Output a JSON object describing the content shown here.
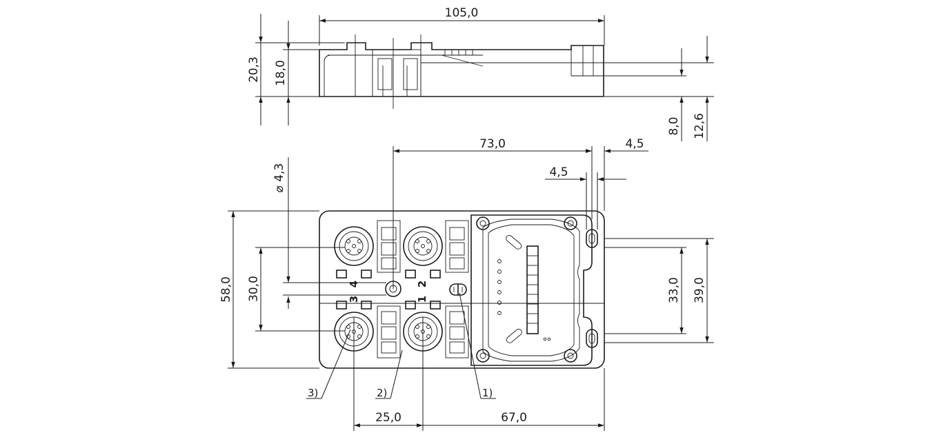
{
  "dimensions": {
    "overall_length": "105,0",
    "height_total": "20,3",
    "height_body": "18,0",
    "height_8": "8,0",
    "height_12_6": "12,6",
    "length_73": "73,0",
    "offset_4_5_top": "4,5",
    "offset_4_5_inner": "4,5",
    "hole_diameter": "⌀ 4,3",
    "width_58": "58,0",
    "pitch_30": "30,0",
    "hole_pitch_33": "33,0",
    "hole_pitch_39": "39,0",
    "pitch_25": "25,0",
    "length_67": "67,0"
  },
  "callouts": [
    "3)",
    "2)",
    "1)"
  ],
  "port_numbers": [
    "4",
    "2",
    "3",
    "1"
  ]
}
